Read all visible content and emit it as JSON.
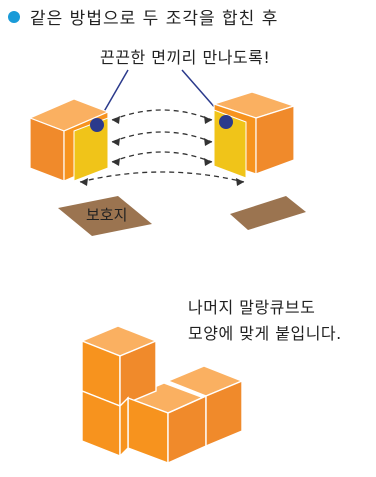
{
  "heading": {
    "text": "같은 방법으로 두 조각을 합친 후",
    "bullet_color": "#1a9bd8"
  },
  "callout": {
    "text": "끈끈한 면끼리 만나도록!"
  },
  "paper_label": {
    "text": "보호지"
  },
  "instruction": {
    "line1": "나머지 말랑큐브도",
    "line2": "모양에 맞게 붙입니다."
  },
  "colors": {
    "cube_top": "#fab061",
    "cube_side": "#f08a2b",
    "cube_front": "#f7931e",
    "sticky_face": "#f0c419",
    "paper": "#9b7450",
    "dot": "#2b3a8c"
  }
}
